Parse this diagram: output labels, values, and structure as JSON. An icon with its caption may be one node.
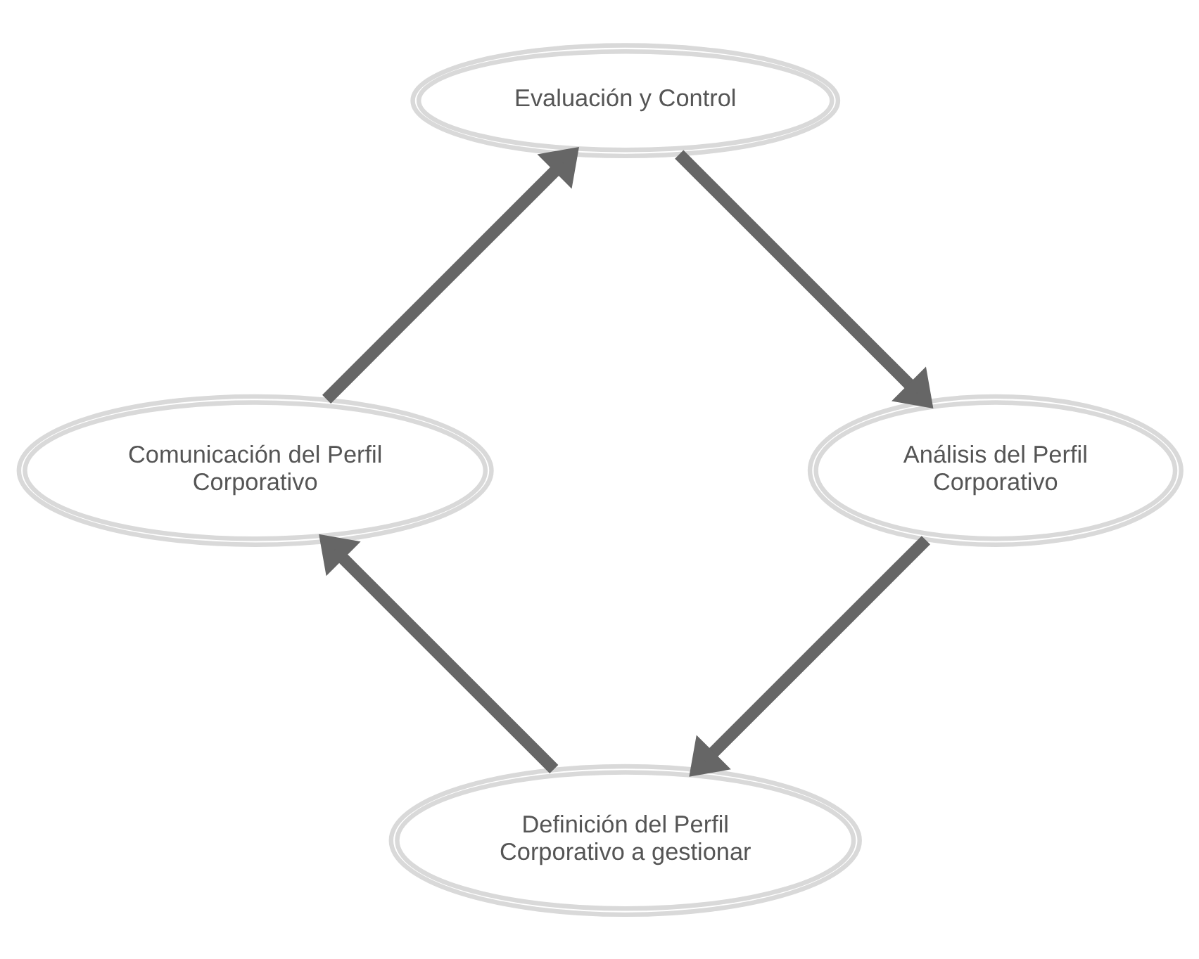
{
  "diagram": {
    "nodes": [
      {
        "text": [
          "Definición del Perfil Corporativo a gestionar"
        ]
      },
      {
        "text": [
          "Comunicación del Perfil Corporativo"
        ]
      },
      {
        "text": [
          "Evaluación y Control"
        ]
      },
      {
        "text": [
          "Análisis del Perfil Corporativo"
        ]
      }
    ],
    "edges": [
      {
        "from": 0,
        "to": 1,
        "arrow": "to"
      },
      {
        "from": 1,
        "to": 2,
        "arrow": "to"
      },
      {
        "from": 2,
        "to": 3,
        "arrow": "to"
      },
      {
        "from": 3,
        "to": 0,
        "arrow": "to"
      }
    ]
  }
}
